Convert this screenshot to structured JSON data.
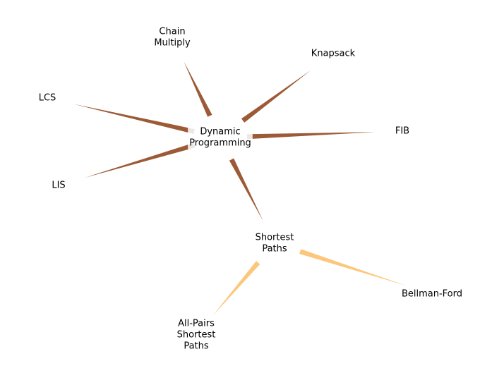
{
  "diagram": {
    "nodes": [
      {
        "id": "dp",
        "label": [
          "Dynamic",
          "Programming"
        ]
      },
      {
        "id": "chain",
        "label": [
          "Chain",
          "Multiply"
        ]
      },
      {
        "id": "knapsack",
        "label": [
          "Knapsack"
        ]
      },
      {
        "id": "lcs",
        "label": [
          "LCS"
        ]
      },
      {
        "id": "fib",
        "label": [
          "FIB"
        ]
      },
      {
        "id": "lis",
        "label": [
          "LIS"
        ]
      },
      {
        "id": "sp",
        "label": [
          "Shortest",
          "Paths"
        ]
      },
      {
        "id": "bf",
        "label": [
          "Bellman-Ford"
        ]
      },
      {
        "id": "apsp",
        "label": [
          "All-Pairs",
          "Shortest",
          "Paths"
        ]
      }
    ],
    "edges": [
      {
        "from": "dp",
        "to": "chain",
        "color": "#9c5b36"
      },
      {
        "from": "dp",
        "to": "knapsack",
        "color": "#9c5b36"
      },
      {
        "from": "dp",
        "to": "lcs",
        "color": "#9c5b36"
      },
      {
        "from": "dp",
        "to": "fib",
        "color": "#9c5b36"
      },
      {
        "from": "dp",
        "to": "lis",
        "color": "#9c5b36"
      },
      {
        "from": "dp",
        "to": "sp",
        "color": "#9c5b36"
      },
      {
        "from": "sp",
        "to": "bf",
        "color": "#fcc77c"
      },
      {
        "from": "sp",
        "to": "apsp",
        "color": "#fcc77c"
      }
    ]
  }
}
